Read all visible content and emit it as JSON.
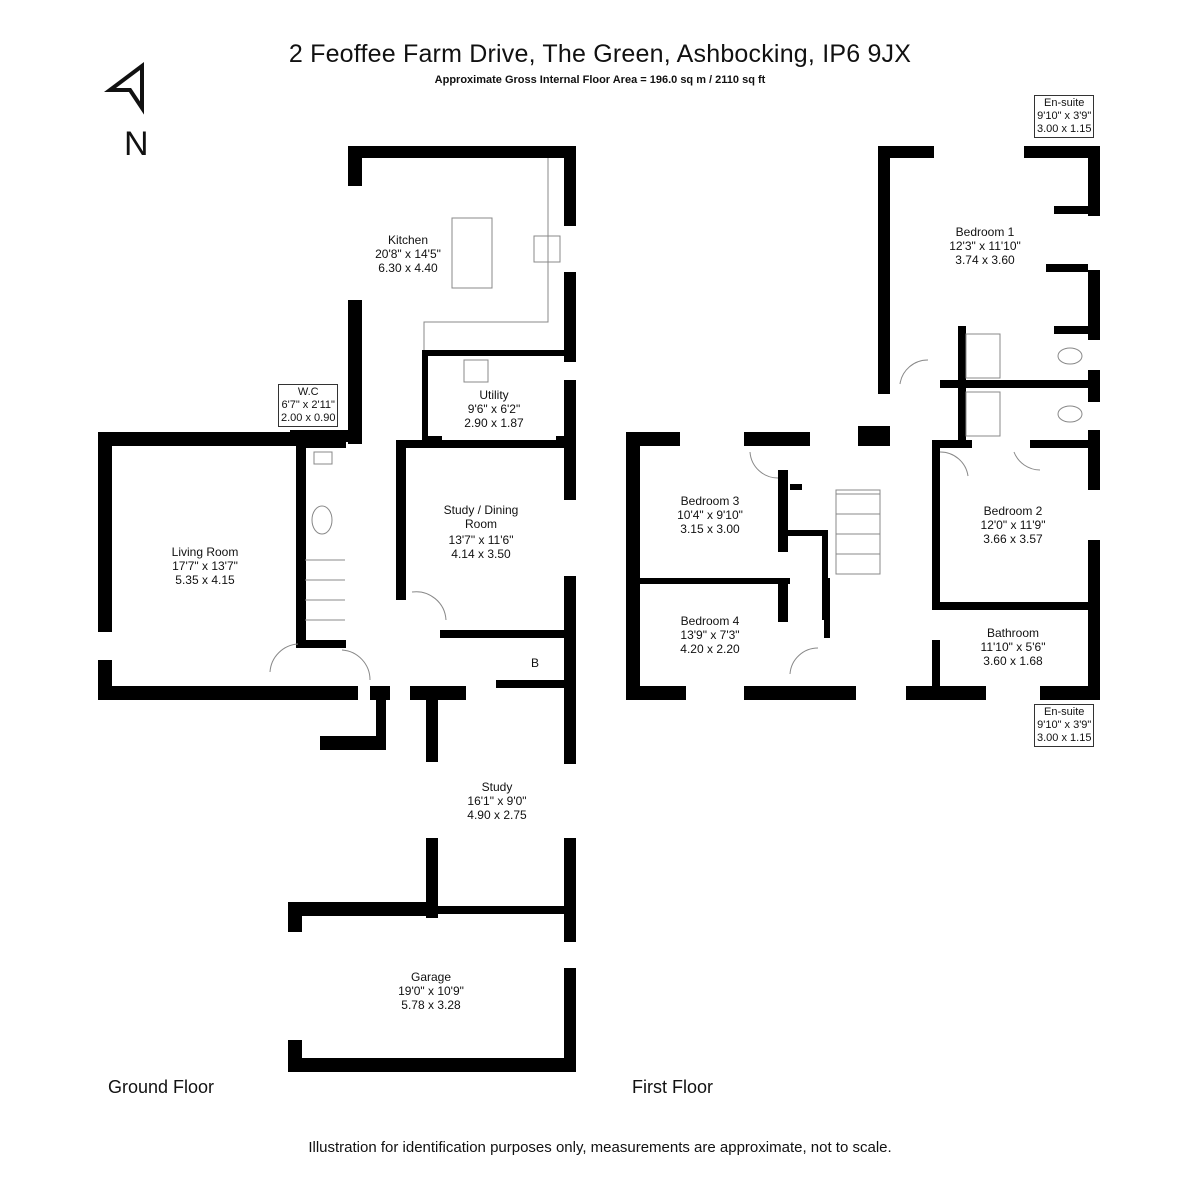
{
  "header": {
    "title": "2 Feoffee Farm Drive, The Green, Ashbocking, IP6 9JX",
    "subtitle": "Approximate Gross Internal Floor Area  = 196.0 sq m  / 2110 sq ft"
  },
  "compass": {
    "letter": "N",
    "icon": "north-arrow-icon"
  },
  "ground_floor": {
    "label": "Ground Floor",
    "rooms": {
      "kitchen": {
        "name": "Kitchen",
        "imperial": "20'8\" x 14'5\"",
        "metric": "6.30 x 4.40"
      },
      "utility": {
        "name": "Utility",
        "imperial": "9'6\" x 6'2\"",
        "metric": "2.90 x 1.87"
      },
      "wc": {
        "name": "W.C",
        "imperial": "6'7\" x 2'11\"",
        "metric": "2.00 x 0.90"
      },
      "living": {
        "name": "Living Room",
        "imperial": "17'7\" x 13'7\"",
        "metric": "5.35 x 4.15"
      },
      "study_dining": {
        "name": "Study / Dining Room",
        "imperial": "13'7\" x 11'6\"",
        "metric": "4.14 x 3.50"
      },
      "boiler": {
        "name": "B"
      },
      "study": {
        "name": "Study",
        "imperial": "16'1\" x 9'0\"",
        "metric": "4.90 x 2.75"
      },
      "garage": {
        "name": "Garage",
        "imperial": "19'0\" x 10'9\"",
        "metric": "5.78 x 3.28"
      }
    }
  },
  "first_floor": {
    "label": "First Floor",
    "rooms": {
      "bedroom1": {
        "name": "Bedroom 1",
        "imperial": "12'3\" x 11'10\"",
        "metric": "3.74 x 3.60"
      },
      "ensuite_top": {
        "name": "En-suite",
        "imperial": "9'10\" x 3'9\"",
        "metric": "3.00 x 1.15"
      },
      "bedroom2": {
        "name": "Bedroom 2",
        "imperial": "12'0\" x 11'9\"",
        "metric": "3.66 x 3.57"
      },
      "bedroom3": {
        "name": "Bedroom 3",
        "imperial": "10'4\" x 9'10\"",
        "metric": "3.15 x 3.00"
      },
      "bedroom4": {
        "name": "Bedroom 4",
        "imperial": "13'9\" x 7'3\"",
        "metric": "4.20 x 2.20"
      },
      "bathroom": {
        "name": "Bathroom",
        "imperial": "11'10\" x 5'6\"",
        "metric": "3.60 x 1.68"
      },
      "ensuite_bottom": {
        "name": "En-suite",
        "imperial": "9'10\" x 3'9\"",
        "metric": "3.00 x 1.15"
      }
    }
  },
  "footer": {
    "disclaimer": "Illustration for identification purposes only, measurements are approximate, not to scale."
  }
}
